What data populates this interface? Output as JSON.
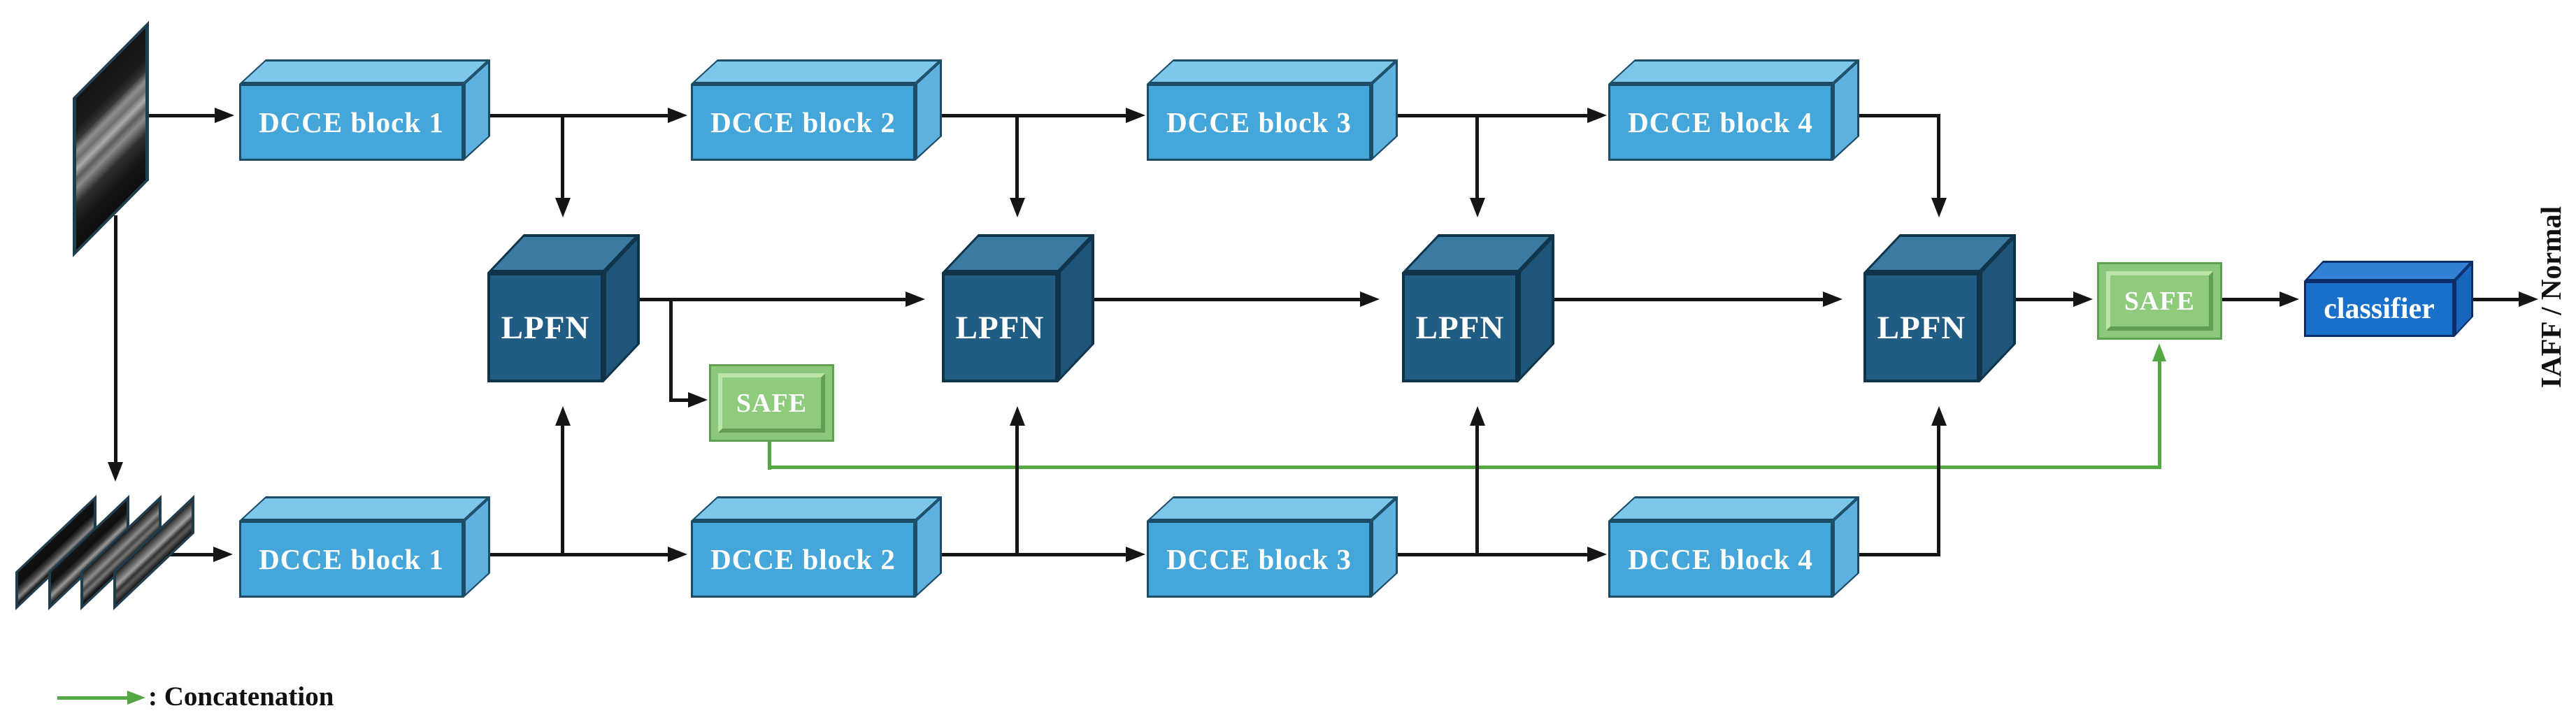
{
  "title": "Two-branch DCCE / LPFN network architecture diagram",
  "top_branch": {
    "blocks": [
      "DCCE block 1",
      "DCCE block 2",
      "DCCE block 3",
      "DCCE block 4"
    ]
  },
  "bottom_branch": {
    "blocks": [
      "DCCE block 1",
      "DCCE block 2",
      "DCCE block 3",
      "DCCE block 4"
    ]
  },
  "fusion": {
    "lpfn_blocks": [
      "LPFN",
      "LPFN",
      "LPFN",
      "LPFN"
    ],
    "safe_intermediate": "SAFE",
    "safe_final": "SAFE",
    "classifier": "classifier"
  },
  "output": {
    "label": "IAFF / Normal"
  },
  "legend": {
    "label": ": Concatenation",
    "arrow_icon": "green-concatenation-arrow"
  },
  "colors": {
    "dcce_blue": "#45a6d9",
    "lpfn_teal": "#215c82",
    "safe_green": "#8cc87b",
    "classifier_blue": "#1a70c9",
    "concatenation_green": "#54a843",
    "connector_black": "#151515"
  }
}
